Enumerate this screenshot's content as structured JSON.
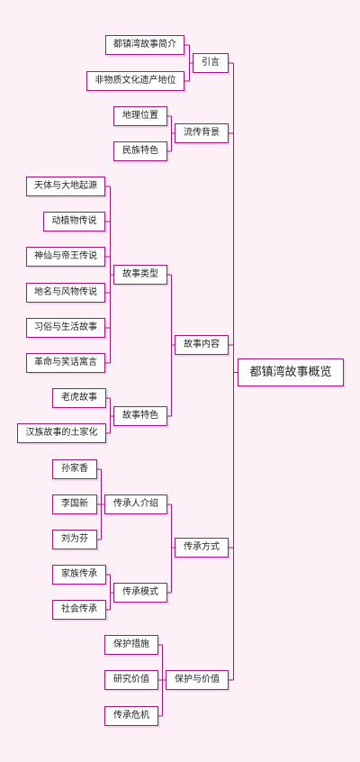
{
  "colors": {
    "background": "#fdf0f7",
    "line": "#a0187a",
    "node_fill": "#ffffff",
    "text": "#222222"
  },
  "root": {
    "label": "都镇湾故事概览"
  },
  "branches": [
    {
      "label": "引言",
      "children": [
        {
          "label": "都镇湾故事简介"
        },
        {
          "label": "非物质文化遗产地位"
        }
      ]
    },
    {
      "label": "流传背景",
      "children": [
        {
          "label": "地理位置"
        },
        {
          "label": "民族特色"
        }
      ]
    },
    {
      "label": "故事内容",
      "children": [
        {
          "label": "故事类型",
          "children": [
            {
              "label": "天体与大地起源"
            },
            {
              "label": "动植物传说"
            },
            {
              "label": "神仙与帝王传说"
            },
            {
              "label": "地名与风物传说"
            },
            {
              "label": "习俗与生活故事"
            },
            {
              "label": "革命与笑话寓言"
            }
          ]
        },
        {
          "label": "故事特色",
          "children": [
            {
              "label": "老虎故事"
            },
            {
              "label": "汉族故事的土家化"
            }
          ]
        }
      ]
    },
    {
      "label": "传承方式",
      "children": [
        {
          "label": "传承人介绍",
          "children": [
            {
              "label": "孙家香"
            },
            {
              "label": "李国新"
            },
            {
              "label": "刘为芬"
            }
          ]
        },
        {
          "label": "传承模式",
          "children": [
            {
              "label": "家族传承"
            },
            {
              "label": "社会传承"
            }
          ]
        }
      ]
    },
    {
      "label": "保护与价值",
      "children": [
        {
          "label": "保护措施"
        },
        {
          "label": "研究价值"
        },
        {
          "label": "传承危机"
        }
      ]
    }
  ]
}
